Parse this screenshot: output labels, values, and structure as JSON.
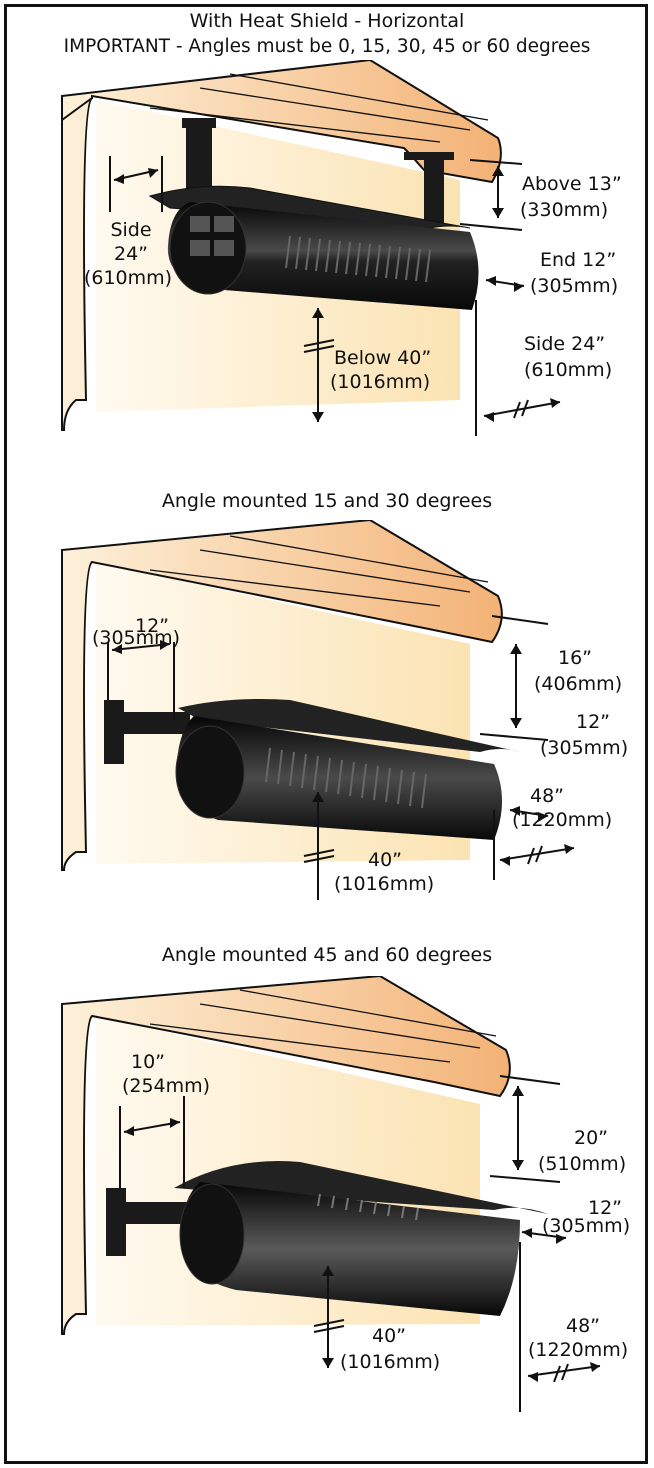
{
  "diagram": {
    "section1": {
      "title": "With Heat Shield - Horizontal",
      "important": "IMPORTANT - Angles must be 0, 15, 30, 45 or 60 degrees",
      "labels": {
        "side_left": [
          "Side",
          "24”",
          "(610mm)"
        ],
        "above": [
          "Above 13”",
          "(330mm)"
        ],
        "end": [
          "End 12”",
          "(305mm)"
        ],
        "below": [
          "Below 40”",
          "(1016mm)"
        ],
        "side_right": [
          "Side 24”",
          "(610mm)"
        ]
      }
    },
    "section2": {
      "title": "Angle mounted 15 and 30 degrees",
      "labels": {
        "side_left": [
          "12”",
          "(305mm)"
        ],
        "above": [
          "16”",
          "(406mm)"
        ],
        "end": [
          "12”",
          "(305mm)"
        ],
        "below": [
          "40”",
          "(1016mm)"
        ],
        "side_right": [
          "48”",
          "(1220mm)"
        ]
      }
    },
    "section3": {
      "title": "Angle mounted 45 and 60 degrees",
      "labels": {
        "side_left": [
          "10”",
          "(254mm)"
        ],
        "above": [
          "20”",
          "(510mm)"
        ],
        "end": [
          "12”",
          "(305mm)"
        ],
        "below": [
          "40”",
          "(1016mm)"
        ],
        "side_right": [
          "48”",
          "(1220mm)"
        ]
      }
    },
    "colors": {
      "ceiling_light": "#fbe7c4",
      "ceiling_dark": "#f4b77c",
      "wall": "#fcebc1",
      "outline": "#111111",
      "heater": "#1a1a1a"
    }
  }
}
